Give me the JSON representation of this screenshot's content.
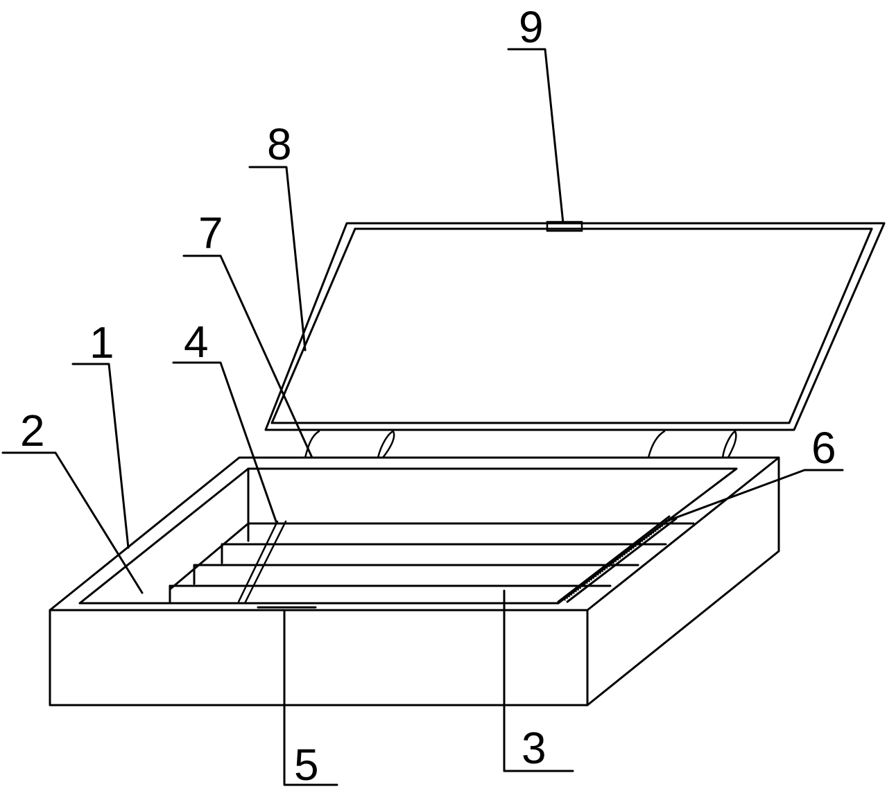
{
  "figure": {
    "type": "patent line drawing",
    "subject": "box with hinged lid, internal partitions",
    "colors": {
      "line": "#000000",
      "background": "#ffffff"
    }
  },
  "callouts": [
    {
      "id": "1",
      "label": "1",
      "target": "box rim / frame"
    },
    {
      "id": "2",
      "label": "2",
      "target": "inner compartment"
    },
    {
      "id": "3",
      "label": "3",
      "target": "box front body"
    },
    {
      "id": "4",
      "label": "4",
      "target": "partition rod"
    },
    {
      "id": "5",
      "label": "5",
      "target": "front latch plate"
    },
    {
      "id": "6",
      "label": "6",
      "target": "side spring strip"
    },
    {
      "id": "7",
      "label": "7",
      "target": "hinge"
    },
    {
      "id": "8",
      "label": "8",
      "target": "lid frame"
    },
    {
      "id": "9",
      "label": "9",
      "target": "lid clasp"
    }
  ]
}
